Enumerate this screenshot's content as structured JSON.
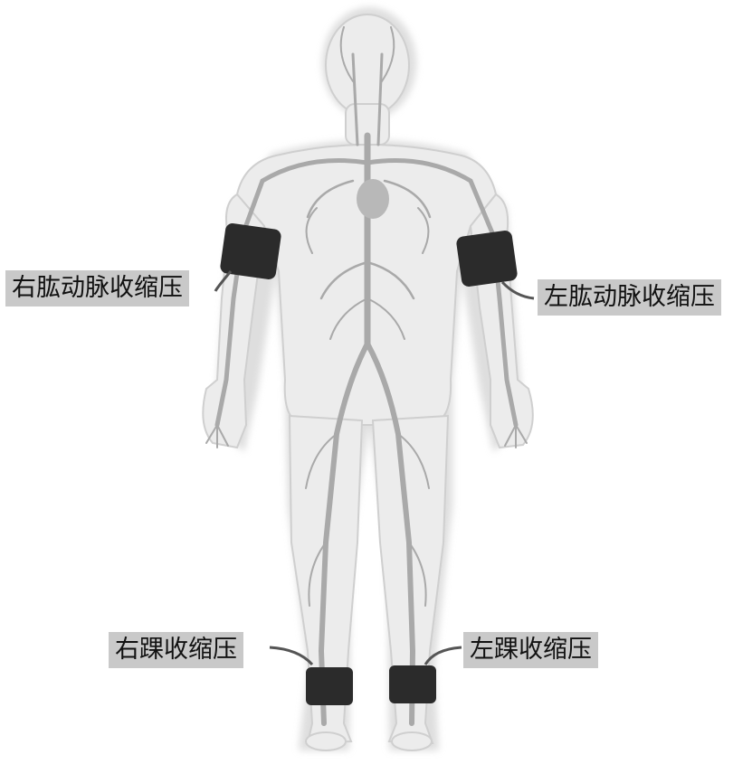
{
  "labels": {
    "right_brachial": "右肱动脉收缩压",
    "left_brachial": "左肱动脉收缩压",
    "right_ankle": "右踝收缩压",
    "left_ankle": "左踝收缩压"
  },
  "colors": {
    "body_fill": "#e9e9e9",
    "body_outline": "#cfcfcf",
    "vessel": "#a9a9a9",
    "cuff": "#2b2b2b",
    "label_bg": "#c9c9c9"
  }
}
